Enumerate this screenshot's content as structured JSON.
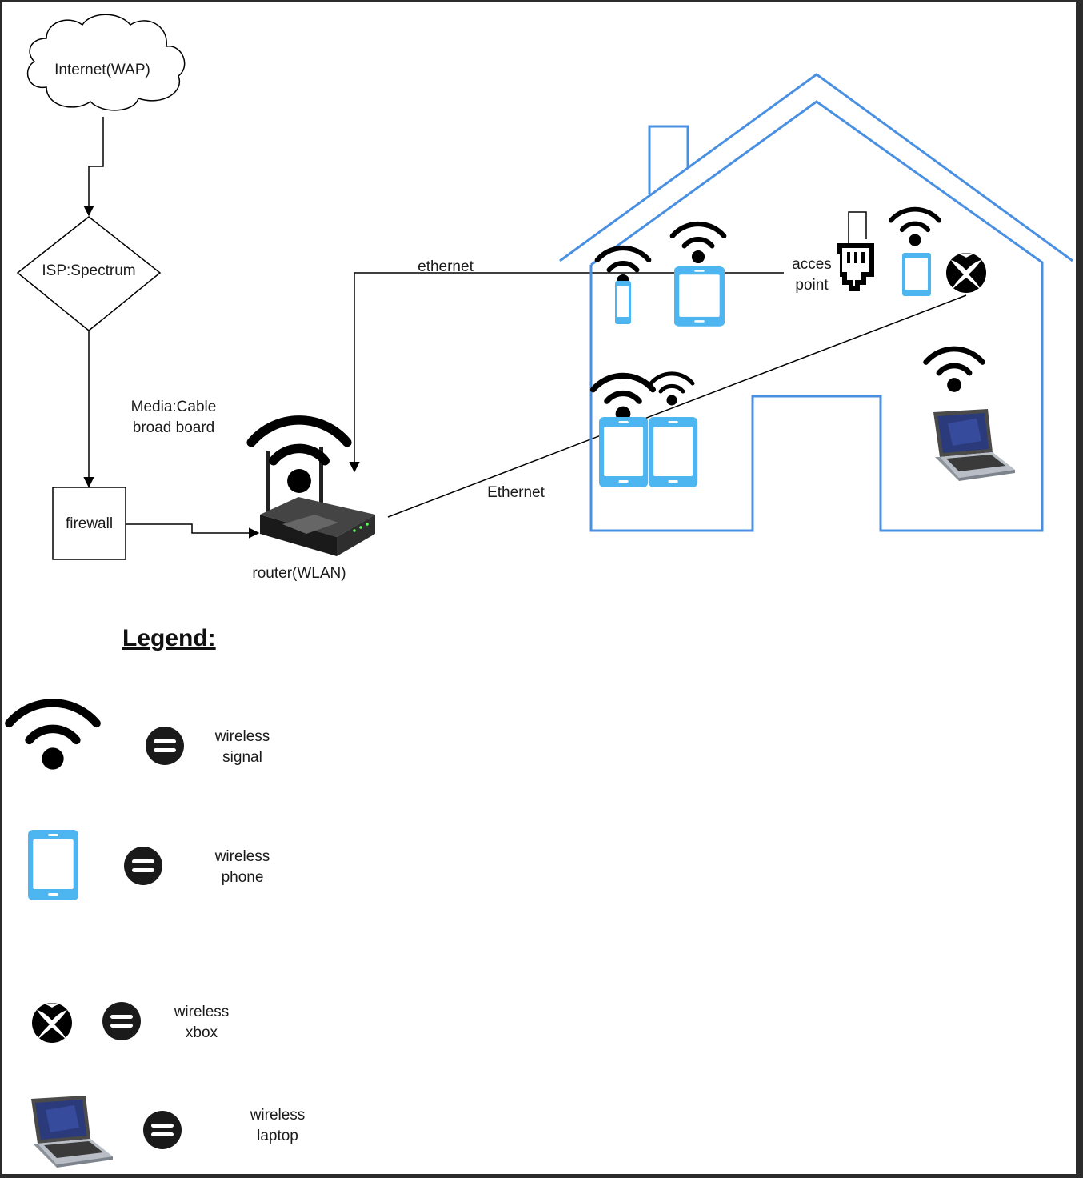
{
  "nodes": {
    "internet": "Internet(WAP)",
    "isp": "ISP:Spectrum",
    "media": "Media:Cable\nbroad board",
    "firewall": "firewall",
    "router": "router(WLAN)",
    "access_point": "acces\npoint"
  },
  "edges": {
    "ethernet_top": "ethernet",
    "ethernet_bottom": "Ethernet"
  },
  "legend": {
    "title": "Legend:",
    "items": [
      {
        "icon": "wifi-icon",
        "label": "wireless\nsignal"
      },
      {
        "icon": "tablet-icon",
        "label": "wireless\nphone"
      },
      {
        "icon": "xbox-icon",
        "label": "wireless\nxbox"
      },
      {
        "icon": "laptop-icon",
        "label": "wireless\nlaptop"
      }
    ]
  },
  "colors": {
    "house_outline": "#4a90e2",
    "device_blue": "#4db6f0",
    "ink": "#000000"
  }
}
